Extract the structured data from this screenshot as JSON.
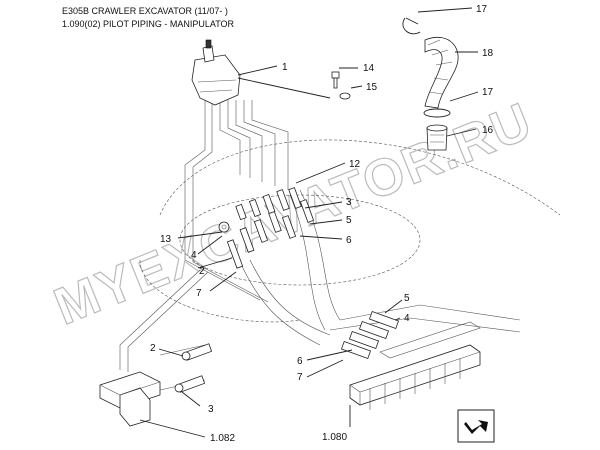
{
  "header": {
    "title": "E305B CRAWLER EXCAVATOR (11/07- )",
    "subtitle": "1.090(02) PILOT PIPING - MANIPULATOR"
  },
  "watermark": "MYEXCAVATOR.RU",
  "callouts": {
    "c1": "1",
    "c14": "14",
    "c15": "15",
    "c17a": "17",
    "c18": "18",
    "c17b": "17",
    "c16": "16",
    "c12": "12",
    "c3a": "3",
    "c5a": "5",
    "c6a": "6",
    "c13": "13",
    "c4a": "4",
    "c2a": "2",
    "c7a": "7",
    "c5b": "5",
    "c4b": "4",
    "c6b": "6",
    "c7b": "7",
    "c2b": "2",
    "c3b": "3",
    "c1082": "1.082",
    "c1080": "1.080"
  },
  "nav_icon": "next-page-arrow-icon"
}
